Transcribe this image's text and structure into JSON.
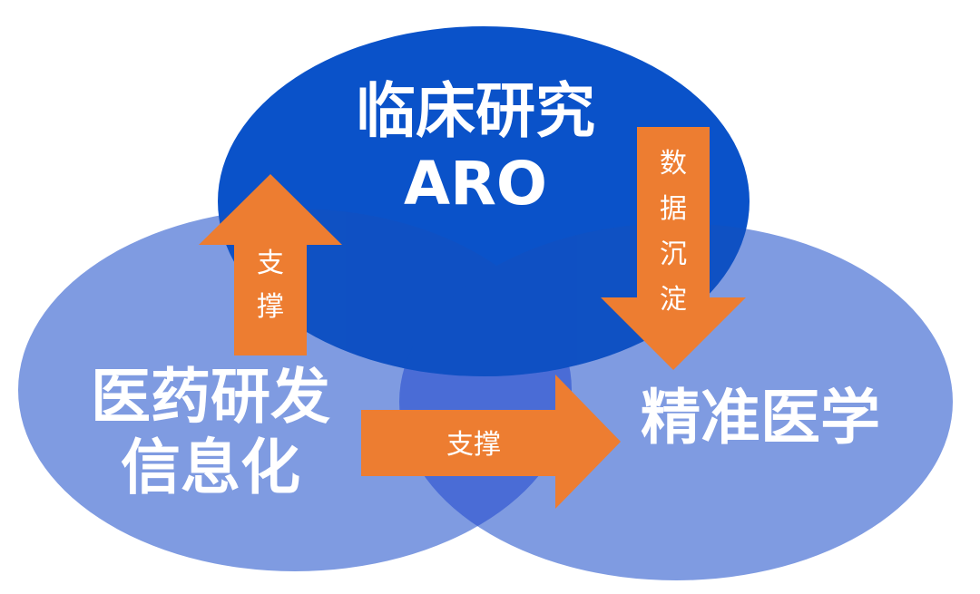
{
  "circles": {
    "top": {
      "line1": "临床研究",
      "line2": "ARO"
    },
    "left": {
      "line1": "医药研发",
      "line2": "信息化"
    },
    "right": {
      "line1": "精准医学"
    }
  },
  "arrows": {
    "up": {
      "char1": "支",
      "char2": "撑"
    },
    "right": {
      "label": "支撑"
    },
    "down": {
      "char1": "数",
      "char2": "据",
      "char3": "沉",
      "char4": "淀"
    }
  },
  "colors": {
    "dark_blue": "#0a52c9",
    "light_blue": "#7f9be1",
    "overlap_blue": "#4a6cd6",
    "arrow_orange": "#ed7d31"
  }
}
